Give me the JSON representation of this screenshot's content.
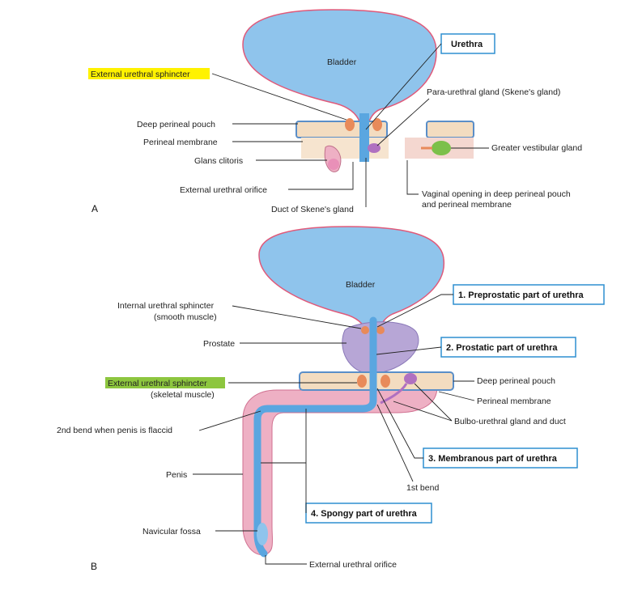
{
  "panel_a": {
    "letter": "A",
    "bladder": "Bladder",
    "urethra": "Urethra",
    "external_urethral_sphincter": "External urethral sphincter",
    "deep_perineal_pouch": "Deep perineal pouch",
    "perineal_membrane": "Perineal membrane",
    "glans_clitoris": "Glans clitoris",
    "external_urethral_orifice": "External urethral orifice",
    "duct_of_skenes_gland": "Duct of Skene's gland",
    "para_urethral_gland": "Para-urethral gland (Skene's gland)",
    "greater_vestibular_gland": "Greater vestibular gland",
    "vaginal_opening_line1": "Vaginal opening in deep perineal pouch",
    "vaginal_opening_line2": "and perineal membrane"
  },
  "panel_b": {
    "letter": "B",
    "bladder": "Bladder",
    "internal_sphincter_line1": "Internal urethral sphincter",
    "internal_sphincter_line2": "(smooth muscle)",
    "prostate": "Prostate",
    "external_sphincter_line1": "External urethral sphincter",
    "external_sphincter_line2": "(skeletal muscle)",
    "second_bend": "2nd bend when penis is flaccid",
    "penis": "Penis",
    "navicular_fossa": "Navicular fossa",
    "external_urethral_orifice": "External urethral orifice",
    "preprostatic": "1. Preprostatic part of urethra",
    "prostatic": "2. Prostatic part of urethra",
    "deep_perineal_pouch": "Deep perineal pouch",
    "perineal_membrane": "Perineal membrane",
    "bulbo_urethral": "Bulbo-urethral gland and duct",
    "membranous": "3. Membranous part of urethra",
    "first_bend": "1st bend",
    "spongy": "4. Spongy part of urethra"
  },
  "colors": {
    "bladder_fill": "#8fc4ec",
    "bladder_edge": "#e05a7a",
    "urethra": "#5aa6e0",
    "pouch": "#f3dcc0",
    "pouch_edge": "#5a8ec8",
    "sphincter": "#e88a5a",
    "prostate": "#b7a6d6",
    "penis": "#eeb0c4",
    "gland_green": "#7cc04a",
    "gland_purple": "#b070c0",
    "highlight_yellow": "#fff200",
    "highlight_green": "#8dc63f",
    "box_border": "#2e8fd0"
  }
}
